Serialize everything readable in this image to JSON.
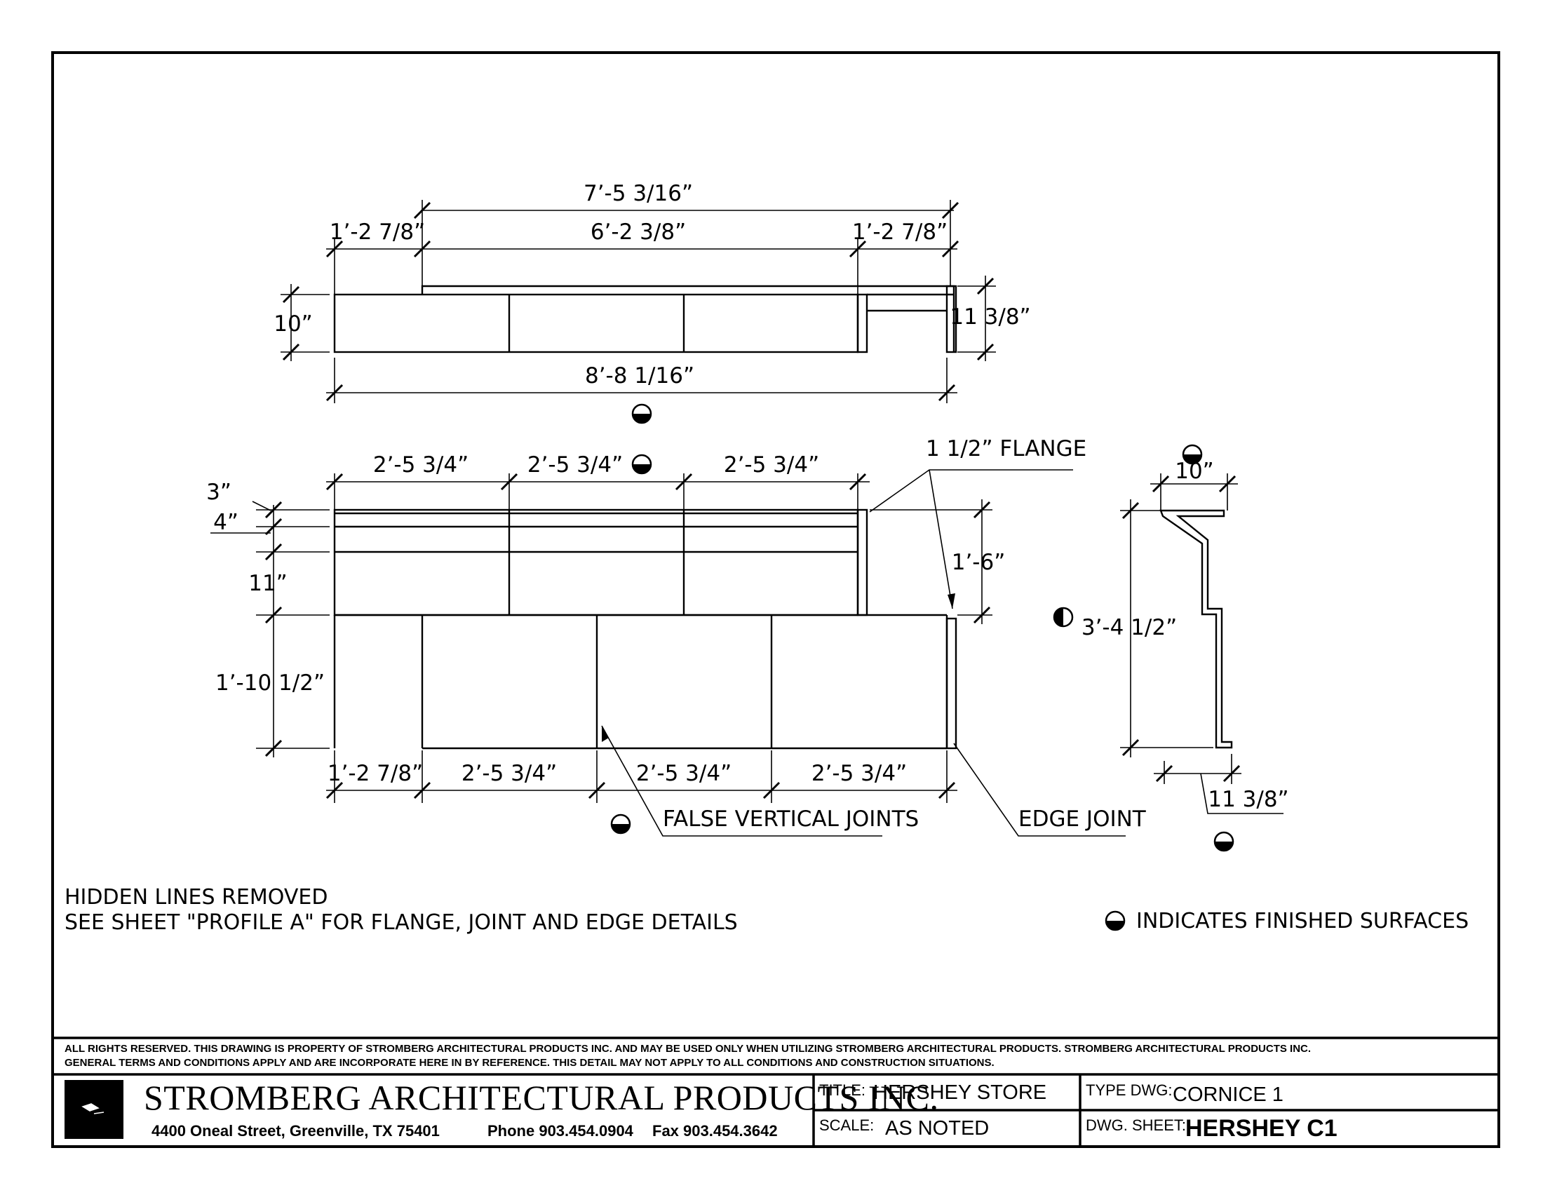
{
  "plan_view": {
    "overall_top": "7’-5 3/16”",
    "left": "1’-2 7/8”",
    "middle": "6’-2 3/8”",
    "right": "1’-2 7/8”",
    "height_left": "10”",
    "height_right": "11 3/8”",
    "overall_bottom": "8’-8 1/16”"
  },
  "elevation": {
    "top_seg_1": "2’-5 3/4”",
    "top_seg_2": "2’-5 3/4”",
    "top_seg_3": "2’-5 3/4”",
    "flange_label": "1 1/2” FLANGE",
    "left_3": "3”",
    "left_4": "4”",
    "left_11": "11”",
    "left_lower": "1’-10 1/2”",
    "right_upper": "1’-6”",
    "bottom_seg_1": "1’-2 7/8”",
    "bottom_seg_2": "2’-5 3/4”",
    "bottom_seg_3": "2’-5 3/4”",
    "bottom_seg_4": "2’-5 3/4”",
    "false_joints_label": "FALSE VERTICAL JOINTS",
    "edge_joint_label": "EDGE JOINT"
  },
  "profile": {
    "top_width": "10”",
    "height": "3’-4 1/2”",
    "bottom_width": "11 3/8”"
  },
  "notes": {
    "line1": "HIDDEN LINES REMOVED",
    "line2": "SEE SHEET \"PROFILE A\" FOR FLANGE, JOINT AND EDGE DETAILS",
    "legend": "INDICATES FINISHED SURFACES"
  },
  "title_block": {
    "legal_1": "ALL RIGHTS RESERVED. THIS DRAWING IS PROPERTY OF STROMBERG ARCHITECTURAL PRODUCTS INC. AND MAY BE USED ONLY WHEN UTILIZING STROMBERG ARCHITECTURAL PRODUCTS.  STROMBERG ARCHITECTURAL PRODUCTS INC.",
    "legal_2": "GENERAL TERMS AND CONDITIONS APPLY AND ARE INCORPORATE HERE IN BY REFERENCE.  THIS DETAIL MAY NOT APPLY TO ALL CONDITIONS AND CONSTRUCTION SITUATIONS.",
    "company": "STROMBERG ARCHITECTURAL PRODUCTS INC.",
    "address": "4400 Oneal Street, Greenville, TX  75401",
    "phone": "Phone 903.454.0904",
    "fax": "Fax 903.454.3642",
    "title_label": "TITLE:",
    "title_value": "HERSHEY STORE",
    "scale_label": "SCALE:",
    "scale_value": "AS NOTED",
    "type_label": "TYPE DWG:",
    "type_value": "CORNICE 1",
    "sheet_label": "DWG. SHEET:",
    "sheet_value": "HERSHEY C1"
  }
}
